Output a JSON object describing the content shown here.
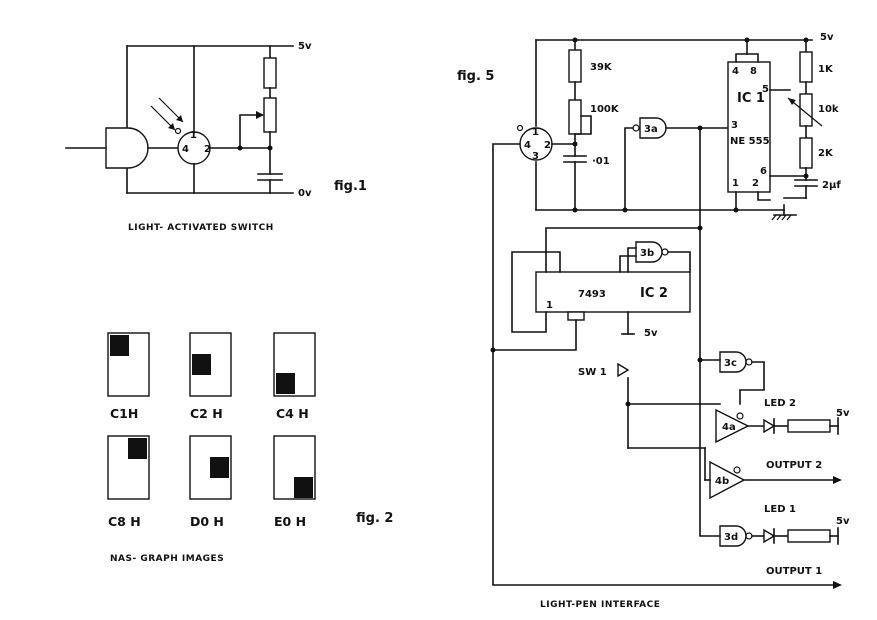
{
  "fig1": {
    "supply_top": "5v",
    "supply_bottom": "0v",
    "sensor_pins": [
      "1",
      "2",
      "4"
    ],
    "label": "fig.1",
    "caption": "LIGHT- ACTIVATED  SWITCH"
  },
  "fig2": {
    "images": [
      {
        "label": "C1H",
        "block": "top-left"
      },
      {
        "label": "C2 H",
        "block": "middle-left"
      },
      {
        "label": "C4 H",
        "block": "bottom-left"
      },
      {
        "label": "C8 H",
        "block": "top-right"
      },
      {
        "label": "D0 H",
        "block": "middle-right"
      },
      {
        "label": "E0 H",
        "block": "bottom-right"
      }
    ],
    "label": "fig. 2",
    "caption": "NAS- GRAPH  IMAGES"
  },
  "fig5": {
    "label": "fig. 5",
    "caption": "LIGHT-PEN INTERFACE",
    "supply": "5v",
    "r1": "39K",
    "pot1": "100K",
    "cap1": "·01",
    "ic1_label": "IC 1",
    "ic1_type": "NE 555",
    "ic1_pins": [
      "4",
      "8",
      "5",
      "3",
      "6",
      "1",
      "2"
    ],
    "r2": "1K",
    "pot2": "10k",
    "r3": "2K",
    "cap2": "2μf",
    "ic2_type": "7493",
    "ic2_label": "IC 2",
    "ic2_pin": "1",
    "sw": "SW 1",
    "sw_supply": "5v",
    "gates": [
      "3a",
      "3b",
      "3c",
      "4a",
      "4b",
      "3d"
    ],
    "led2": "LED 2",
    "led1": "LED 1",
    "led_supply": "5v",
    "output2": "OUTPUT 2",
    "output1": "OUTPUT 1"
  }
}
